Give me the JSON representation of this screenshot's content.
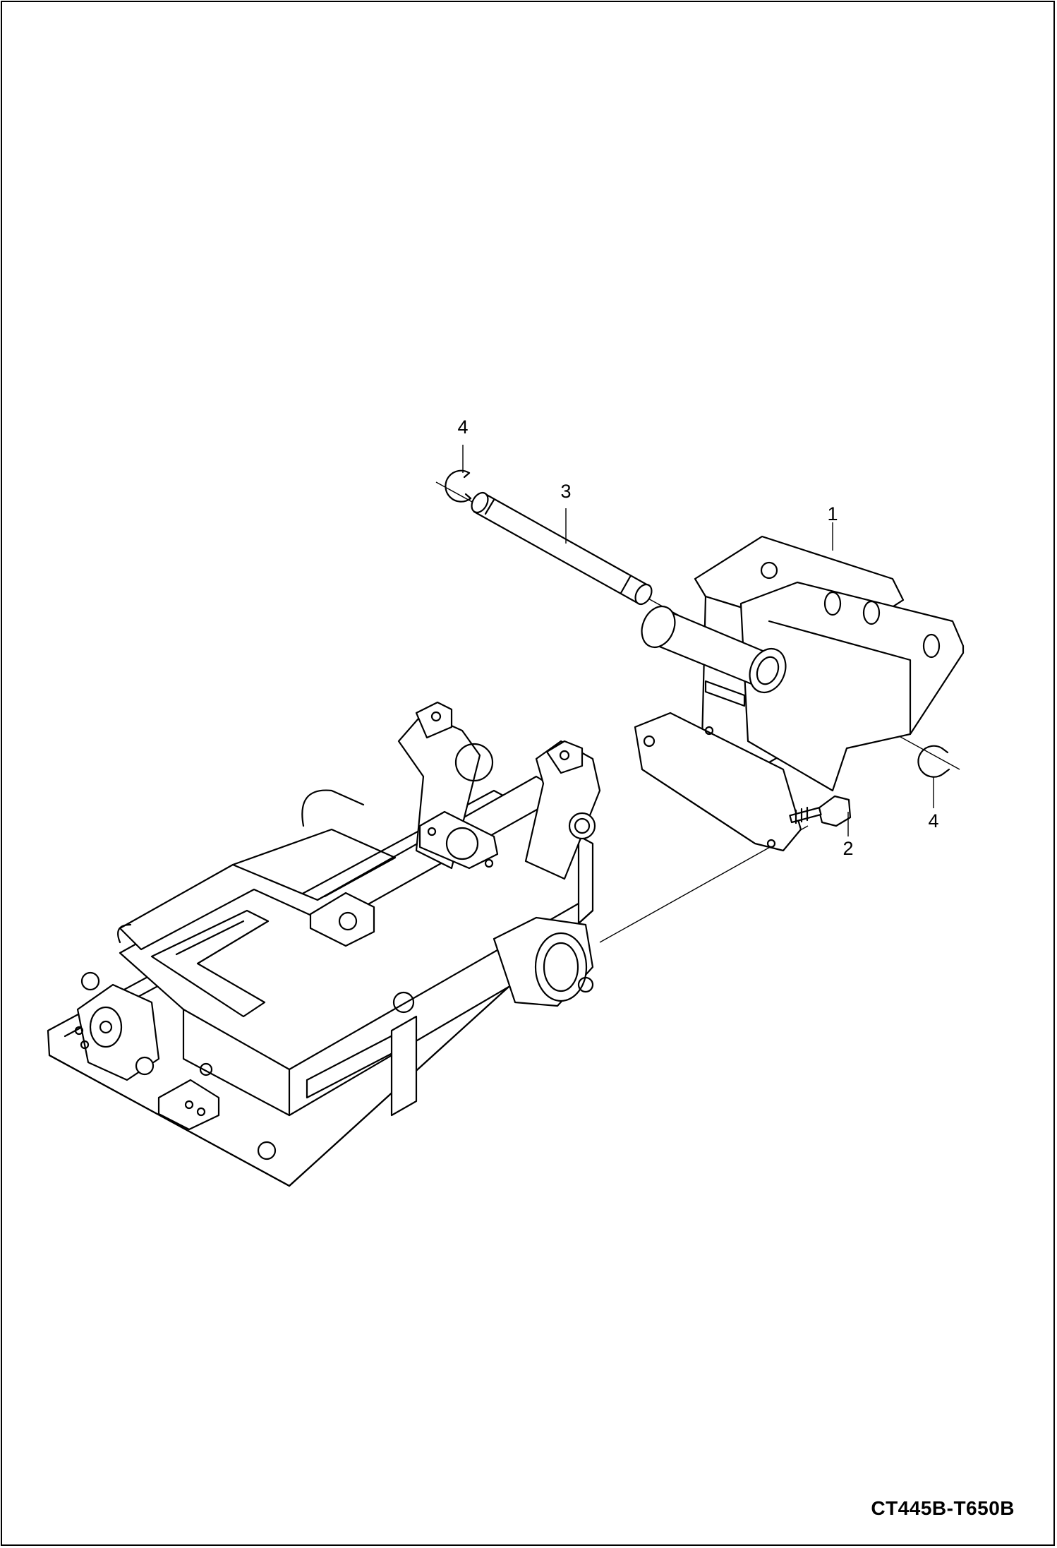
{
  "diagram": {
    "drawing_code": "CT445B-T650B",
    "callouts": [
      {
        "id": "callout-1",
        "label": "1"
      },
      {
        "id": "callout-2",
        "label": "2"
      },
      {
        "id": "callout-3",
        "label": "3"
      },
      {
        "id": "callout-4-top",
        "label": "4"
      },
      {
        "id": "callout-4-right",
        "label": "4"
      }
    ],
    "line_color": "#000000",
    "background_color": "#ffffff"
  }
}
